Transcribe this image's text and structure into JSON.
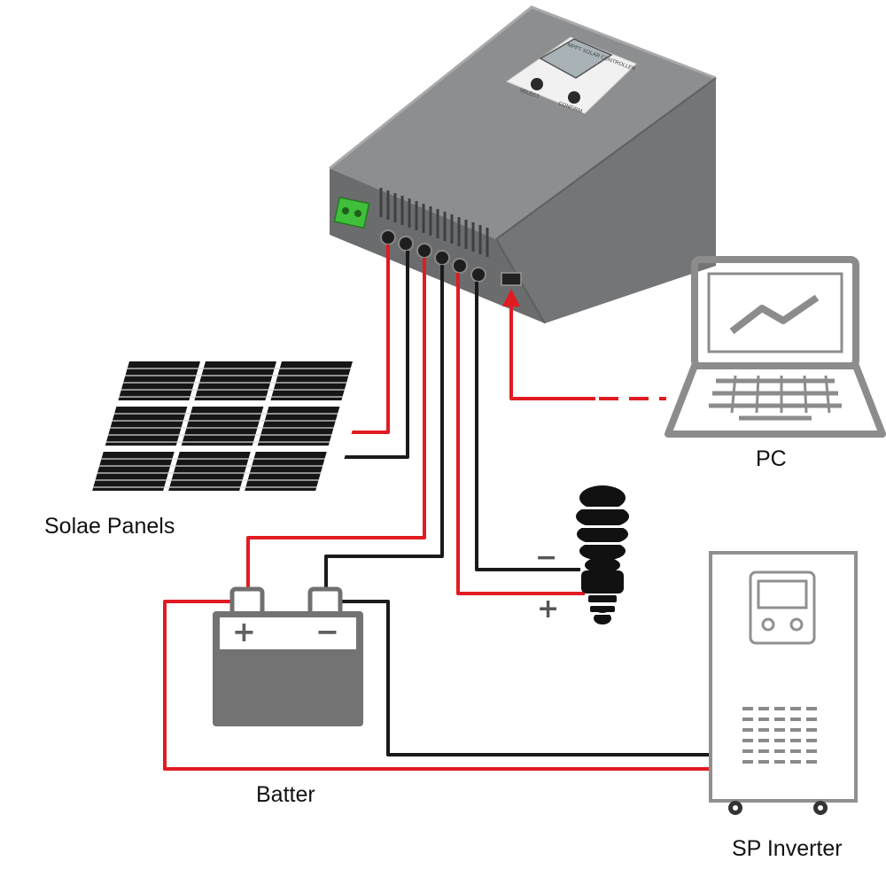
{
  "labels": {
    "solar_panels": "Solae Panels",
    "battery": "Batter",
    "pc": "PC",
    "inverter": "SP Inverter"
  },
  "controller": {
    "title": "MPPT SOLAR CONTROLLER",
    "select_label": "SELECT",
    "confirm_label": "CONFIRM"
  },
  "battery_terminals": {
    "positive": "+",
    "negative": "−"
  },
  "load_terminals": {
    "positive": "+",
    "negative": "−"
  },
  "colors": {
    "positive_wire": "#e11b22",
    "negative_wire": "#1a1a1a",
    "device_gray": "#8a8a8a",
    "controller_body": "#7d7e80"
  },
  "icons": [
    "solar-panel-icon",
    "battery-icon",
    "laptop-icon",
    "bulb-icon",
    "inverter-icon"
  ]
}
